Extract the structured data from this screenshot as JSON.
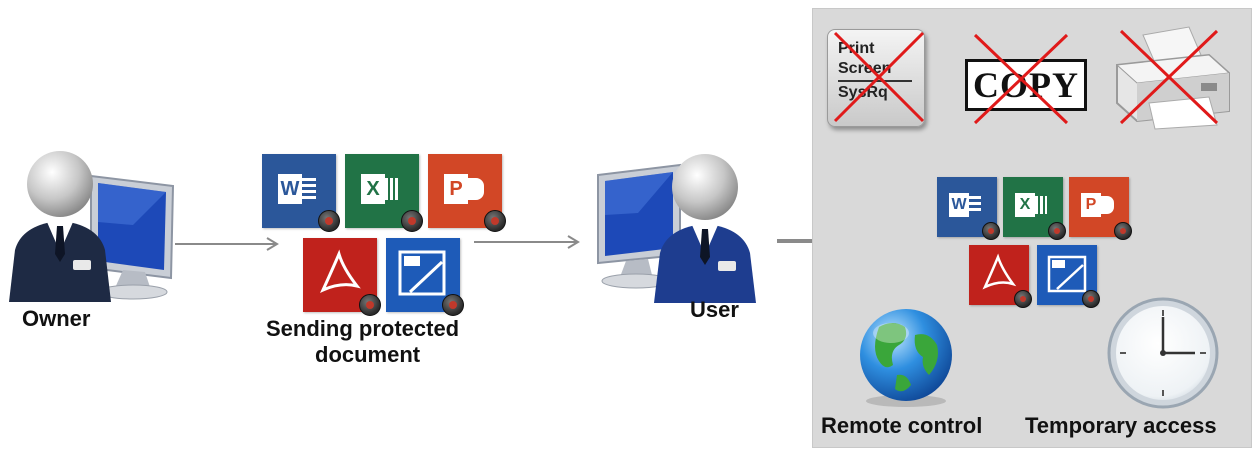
{
  "labels": {
    "owner": "Owner",
    "sending_line1": "Sending protected",
    "sending_line2": "document",
    "user": "User",
    "remote_control": "Remote control",
    "temporary_access": "Temporary access"
  },
  "blocked_actions": {
    "print_screen_lines": [
      "Print",
      "Screen",
      "SysRq"
    ],
    "copy_text": "COPY"
  },
  "document_tiles": [
    {
      "name": "word-icon",
      "letter": "W",
      "color": "#2b579a"
    },
    {
      "name": "excel-icon",
      "letter": "X",
      "color": "#217346"
    },
    {
      "name": "powerpoint-icon",
      "letter": "P",
      "color": "#d24726"
    },
    {
      "name": "pdf-icon",
      "letter": "",
      "color": "#c0221c"
    },
    {
      "name": "image-icon",
      "letter": "",
      "color": "#1e5bb8"
    }
  ],
  "icons": {
    "owner": "person-computer-icon",
    "user": "person-computer-icon",
    "remote": "globe-icon",
    "temporary": "clock-icon",
    "print": "printer-icon",
    "lock": "lock-icon",
    "blocked": "red-x-icon"
  },
  "colors": {
    "panel_bg": "#d9d9d9",
    "cross": "#e01a1a",
    "arrow": "#8a8a8a",
    "suit": "#1e2a44",
    "monitor_screen": "#1d49b8"
  }
}
